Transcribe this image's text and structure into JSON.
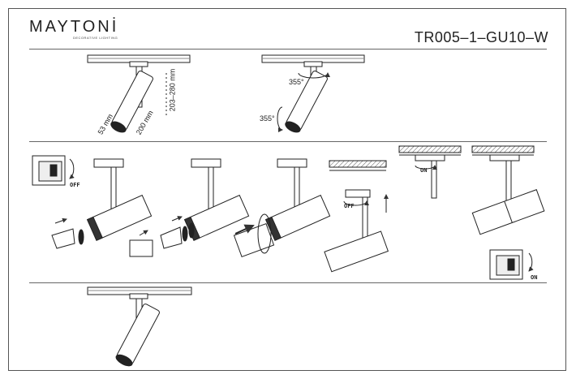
{
  "header": {
    "brand": "MAYTONİ",
    "brand_sub": "DECORATIVE LIGHTING",
    "model": "TR005–1–GU10–W"
  },
  "dimensions": {
    "diameter": "53 mm",
    "length": "200 mm",
    "height": "203–280 mm"
  },
  "rotation": {
    "horizontal": "355°",
    "vertical": "355°"
  },
  "switch": {
    "off": "OFF",
    "on": "ON"
  }
}
